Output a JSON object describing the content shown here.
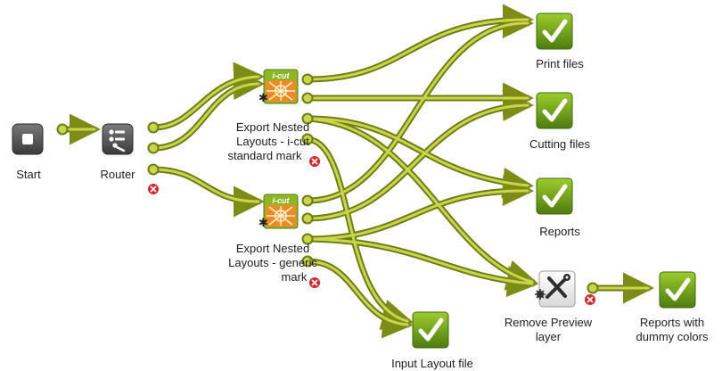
{
  "colors": {
    "flow_dark": "#6f7d16",
    "flow_light": "#c9d64a",
    "check_bg": "#7fb21f",
    "check_bg_dark": "#4d7c0f",
    "icut_header": "#8db624",
    "icut_body": "#f08a24",
    "error": "#d9262b"
  },
  "nodes": {
    "start": {
      "label": "Start",
      "icon": "stop-icon"
    },
    "router": {
      "label": "Router",
      "icon": "router-icon"
    },
    "export_std": {
      "label_lines": [
        "Export Nested",
        "Layouts - i-cut",
        "standard mark"
      ],
      "badge": "i-cut",
      "icon": "i-cut-icon"
    },
    "export_gen": {
      "label_lines": [
        "Export Nested",
        "Layouts - generic",
        "mark"
      ],
      "badge": "i-cut",
      "icon": "i-cut-icon"
    },
    "print_files": {
      "label": "Print files",
      "icon": "checkmark-icon"
    },
    "cutting_files": {
      "label": "Cutting files",
      "icon": "checkmark-icon"
    },
    "reports": {
      "label": "Reports",
      "icon": "checkmark-icon"
    },
    "remove_preview": {
      "label_lines": [
        "Remove Preview",
        "layer"
      ],
      "icon": "tools-icon"
    },
    "reports_dummy": {
      "label_lines": [
        "Reports with",
        "dummy colors"
      ],
      "icon": "checkmark-icon"
    },
    "input_layout": {
      "label": "Input Layout file",
      "icon": "checkmark-icon"
    }
  }
}
